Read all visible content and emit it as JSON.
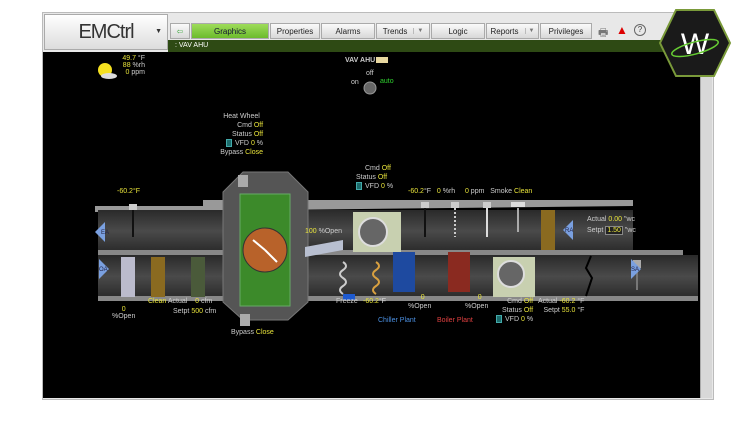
{
  "app": {
    "logo": "EMCtrl",
    "breadcrumb": ": VAV AHU"
  },
  "nav": {
    "back_icon": "arrow-left-icon",
    "tabs": [
      {
        "label": "Graphics",
        "active": true
      },
      {
        "label": "Properties"
      },
      {
        "label": "Alarms"
      },
      {
        "label": "Trends",
        "dropdown": true
      },
      {
        "label": "Logic"
      },
      {
        "label": "Reports",
        "dropdown": true
      },
      {
        "label": "Privileges"
      }
    ],
    "icons": [
      "printer-icon",
      "alert-icon",
      "help-icon"
    ],
    "brand": "W"
  },
  "weather": {
    "temp": "49.7",
    "temp_unit": "°F",
    "rh": "88",
    "rh_unit": "%rh",
    "co2": "0",
    "co2_unit": "ppm"
  },
  "unit": {
    "title": "VAV AHU",
    "off": "off",
    "on": "on",
    "auto": "auto"
  },
  "heat_wheel": {
    "title": "Heat Wheel",
    "cmd_label": "Cmd",
    "cmd": "Off",
    "status_label": "Status",
    "status": "Off",
    "vfd_label": "VFD",
    "vfd": "0",
    "vfd_unit": "%",
    "bypass_label": "Bypass",
    "bypass": "Close"
  },
  "bottom_bypass": {
    "label": "Bypass",
    "value": "Close"
  },
  "exhaust_temp": {
    "value": "-60.2",
    "unit": "°F"
  },
  "return_fan": {
    "cmd_label": "Cmd",
    "cmd": "Off",
    "status_label": "Status",
    "status": "Off",
    "vfd_label": "VFD",
    "vfd": "0",
    "vfd_unit": "%"
  },
  "return_sensors": {
    "temp": "-60.2",
    "temp_unit": "°F",
    "rh": "0",
    "rh_unit": "%rh",
    "co2": "0",
    "co2_unit": "ppm",
    "smoke_label": "Smoke",
    "smoke": "Clean"
  },
  "static": {
    "actual_label": "Actual",
    "actual": "0.00",
    "setpt_label": "Setpt",
    "setpt": "1.50",
    "unit": "\"wc"
  },
  "mixing_damper": {
    "value": "100",
    "unit": "%Open"
  },
  "oa_damper": {
    "value": "0",
    "unit": "%Open"
  },
  "filter": {
    "state": "Clean",
    "actual_label": "Actual",
    "actual": "0",
    "setpt_label": "Setpt",
    "setpt": "500",
    "unit": "cfm"
  },
  "freeze": {
    "label": "Freeze"
  },
  "coil_temp": {
    "value": "-60.2",
    "unit": "°F"
  },
  "chiller": {
    "value": "0",
    "unit": "%Open",
    "label": "Chiller Plant"
  },
  "boiler": {
    "value": "0",
    "unit": "%Open",
    "label": "Boiler Plant"
  },
  "supply_fan": {
    "cmd_label": "Cmd",
    "cmd": "Off",
    "status_label": "Status",
    "status": "Off",
    "vfd_label": "VFD",
    "vfd": "0",
    "vfd_unit": "%"
  },
  "supply_temp": {
    "actual_label": "Actual",
    "actual": "-60.2",
    "setpt_label": "Setpt",
    "setpt": "55.0",
    "unit": "°F"
  },
  "arrows": {
    "ea": "EA",
    "oa": "OA",
    "ra": "RA",
    "sa": "SA"
  },
  "colors": {
    "active_tab": "#7cc63a",
    "breadcrumb_bar": "#2e4a14",
    "value": "#e8e33a",
    "auto": "#2fd02f",
    "chiller": "#4b8fe0",
    "boiler": "#e04040"
  }
}
